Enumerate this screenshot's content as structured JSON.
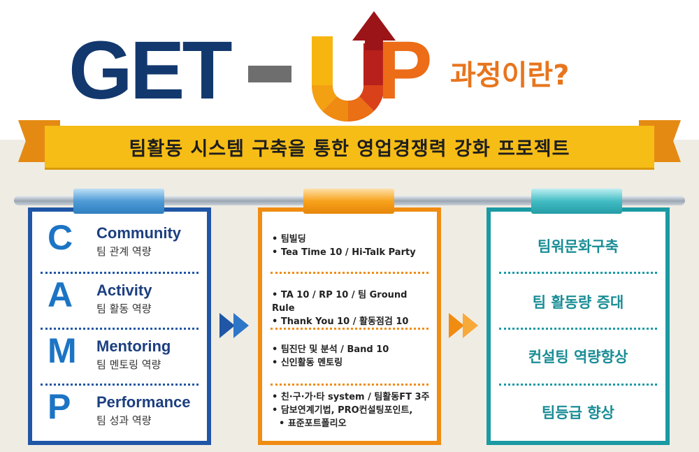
{
  "title": {
    "get": "GET",
    "p": "P",
    "question": "과정이란?"
  },
  "banner": {
    "text": "팀활동 시스템 구축을 통한 영업경쟁력 강화 프로젝트"
  },
  "camp": [
    {
      "letter": "C",
      "name": "Community",
      "sub": "팀 관계 역량"
    },
    {
      "letter": "A",
      "name": "Activity",
      "sub": "팀 활동 역량"
    },
    {
      "letter": "M",
      "name": "Mentoring",
      "sub": "팀 멘토링 역량"
    },
    {
      "letter": "P",
      "name": "Performance",
      "sub": "팀 성과 역량"
    }
  ],
  "programs": [
    [
      "팀빌딩",
      "Tea Time 10 / Hi-Talk Party"
    ],
    [
      "TA 10 / RP 10 / 팀 Ground Rule",
      "Thank You 10 / 활동점검 10"
    ],
    [
      "팀진단 및 분석 / Band 10",
      "신인활동 멘토링"
    ],
    [
      "친·구·가·타 system / 팀활동FT 3주",
      "담보연계기법, PRO컨설팅포인트,",
      "표준포트폴리오"
    ]
  ],
  "results": [
    "팀워문화구축",
    "팀 활동량 증대",
    "컨설팅 역량향상",
    "팀등급 향상"
  ],
  "colors": {
    "navy": "#13386e",
    "orange": "#ec6c17",
    "blue": "#1f56a6",
    "amber": "#f08c12",
    "teal": "#1a9aa3",
    "yellow": "#f6bd16"
  },
  "icons": [
    "up-arrow-icon",
    "double-chevron-right-icon"
  ]
}
